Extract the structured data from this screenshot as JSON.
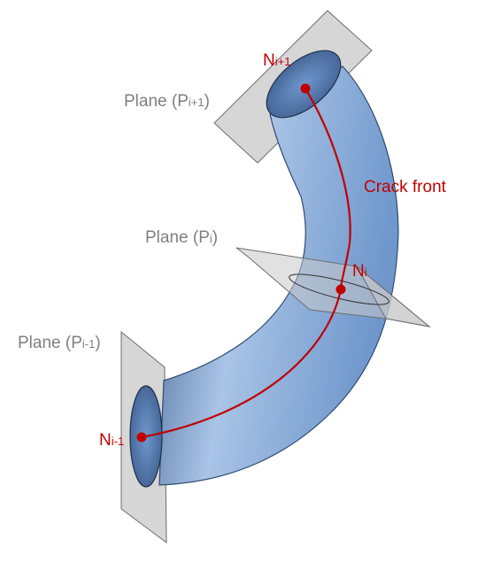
{
  "colors": {
    "plane_fill": "#c8c8c8",
    "plane_stroke": "#6e6e6e",
    "tube_light": "#a9c4e6",
    "tube_mid": "#6f97cc",
    "tube_dark": "#3f5f8f",
    "crack": "#c00000",
    "plane_label": "#7f7f7f",
    "node_label": "#c00000"
  },
  "labels": {
    "plane_top": {
      "prefix": "Plane (P",
      "sub": "i+1",
      "suffix": ")"
    },
    "plane_mid": {
      "prefix": "Plane (P",
      "sub": "i",
      "suffix": ")"
    },
    "plane_bottom": {
      "prefix": "Plane (P",
      "sub": "i-1",
      "suffix": ")"
    },
    "node_top": {
      "main": "N",
      "sub": "i+1"
    },
    "node_mid": {
      "main": "N",
      "sub": "i"
    },
    "node_bottom": {
      "main": "N",
      "sub": "i-1"
    },
    "crack_front": "Crack front"
  }
}
